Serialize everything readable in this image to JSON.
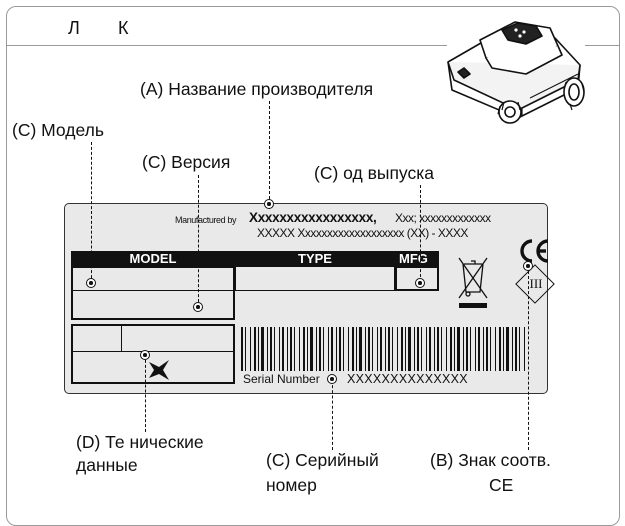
{
  "header": {
    "letter1": "Л",
    "letter2": "К"
  },
  "labels": {
    "manufacturer": "(A) Название производителя",
    "model": "(C) Модель",
    "version": "(C) Версия",
    "year": "(C)   од выпуска",
    "technical_line1": "(D) Те  нические",
    "technical_line2": "данные",
    "serial_line1": "(C) Серийный",
    "serial_line2": "номер",
    "ce_line1": "(B) Знак соотв.",
    "ce_line2": "CE"
  },
  "plate": {
    "manufactured_by": "Manufactured by",
    "manufacturer_name": "Xxxxxxxxxxxxxxxxx,",
    "address_line1_tail": "Xxx; xxxxxxxxxxxxx",
    "address_line2": "XXXXX Xxxxxxxxxxxxxxxxxxx (XX) - XXXX",
    "col_model": "MODEL",
    "col_type": "TYPE",
    "col_mfg": "MFG",
    "serial_label": "Serial Number",
    "serial_value": "XXXXXXXXXXXXXX",
    "class_mark": "III",
    "ce_mark": "CE"
  }
}
